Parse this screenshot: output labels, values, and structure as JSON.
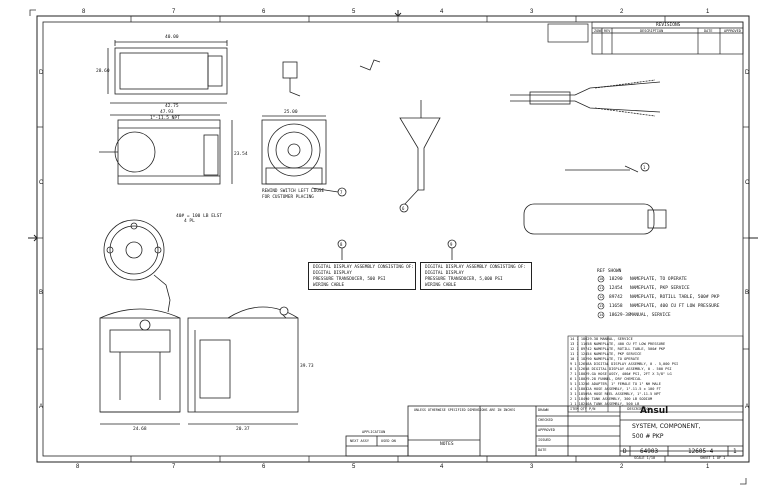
{
  "sheet": {
    "top_zones": [
      "8",
      "7",
      "6",
      "5",
      "4",
      "3",
      "2",
      "1"
    ],
    "side_zones": [
      "D",
      "C",
      "B",
      "A"
    ],
    "revisions_title": "REVISIONS",
    "revision_cols": [
      "ZONE",
      "REV",
      "DESCRIPTION",
      "DATE",
      "APPROVED"
    ]
  },
  "dims": {
    "top_width": "40.00",
    "top_height": "28.60",
    "overall_width": "42.75",
    "front_width": "47.93",
    "npt": "1\"-11.5 NPT",
    "side_width": "25.00",
    "side_height": "23.54",
    "weight": "40# = 100 LB ELST",
    "weight2": "4 PL",
    "bottom_height": "39.73",
    "bottom_left": "24.68",
    "bottom_right": "20.37"
  },
  "callouts": {
    "switch_note_1": "REWIND SWITCH LEFT LOOSE",
    "switch_note_2": "FOR CUSTOMER PLACING",
    "display_a": [
      "DIGITAL DISPLAY ASSEMBLY CONSISTING OF:",
      "DIGITAL DISPLAY",
      "PRESSURE TRANSDUCER, 500 PSI",
      "WIRING CABLE"
    ],
    "display_b": [
      "DIGITAL DISPLAY ASSEMBLY CONSISTING OF:",
      "DIGITAL DISPLAY",
      "PRESSURE TRANSDUCER, 5,000 PSI",
      "WIRING CABLE"
    ],
    "tag_a": "8",
    "tag_b": "9",
    "tag_c": "7",
    "tag_d": "6",
    "tag_e": "1"
  },
  "ref_list": {
    "header": "REF SHOWN",
    "items": [
      {
        "num": "10",
        "pn": "18290",
        "desc": "NAMEPLATE, TO OPERATE"
      },
      {
        "num": "11",
        "pn": "12454",
        "desc": "NAMEPLATE, PKP SERVICE"
      },
      {
        "num": "12",
        "pn": "89742",
        "desc": "NAMEPLATE, ROTILL TABLE, 500# PKP"
      },
      {
        "num": "13",
        "pn": "11658",
        "desc": "NAMEPLATE, 400 CU FT LOW PRESSURE"
      },
      {
        "num": "14",
        "pn": "18629-38",
        "desc": "MANUAL, SERVICE"
      }
    ]
  },
  "bom": {
    "rows": [
      "14  1  18629-38  MANUAL, SERVICE",
      "13  1  11658     NAMEPLATE, 400 CU FT LOW PRESSURE",
      "12  1  89742     NAMEPLATE, ROTILL TABLE, 500# PKP",
      "11  1  12454     NAMEPLATE, PKP SERVICE",
      "10  1  18290     NAMEPLATE, TO OPERATE",
      "9   1  12658A    DIGITAL DISPLAY ASSEMBLY, 0 - 5,000 PSI",
      "8   1  12658     DIGITAL DISPLAY ASSEMBLY, 0 - 500 PSI",
      "7   1  18029-GA  HOSE ASSY, 400# PSI, 2FT X 3/8\" LG",
      "6   1  18029-28  FUNNEL, DRY CHEMICAL",
      "5   1  13256     ADAPTER, 1\" FEMALE TO 1\" NH MALE",
      "4   1  18032A    HOSE ASSEMBLY, 1\"-11.5 x 100 FT",
      "3   1  18509A    HOSE REEL ASSEMBLY, 1\"-11.5 NPT",
      "2   1  18490     TANK ASSEMBLY, 300 LB SODIUM",
      "1   1  18240A    TANK ASSEMBLY, 500 LB"
    ],
    "footer": [
      "ITEM",
      "QTY",
      "P/N",
      "DESCRIPTION"
    ]
  },
  "title_block": {
    "company": "Ansul",
    "title_1": "SYSTEM, COMPONENT,",
    "title_2": "500 # PKP",
    "size": "D",
    "dwg_no": "64903",
    "part_no": "12605-4",
    "rev": "1",
    "scale": "SCALE 1/10",
    "sheet": "SHEET 1 OF 1",
    "notes": "NOTES",
    "unless_note": "UNLESS OTHERWISE SPECIFIED DIMENSIONS ARE IN INCHES",
    "application": "APPLICATION",
    "next_assy": "NEXT ASSY",
    "used_on": "USED ON",
    "drawn": "DRAWN",
    "checked": "CHECKED",
    "approved": "APPROVED",
    "issued": "ISSUED",
    "date": "DATE"
  }
}
